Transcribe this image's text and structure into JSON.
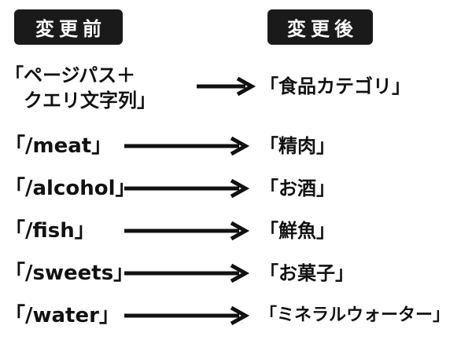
{
  "headers": {
    "before": "変更前",
    "after": "変更後"
  },
  "rows": [
    {
      "before": "「ページパス＋\n　クエリ文字列」",
      "after": "「食品カテゴリ」"
    },
    {
      "before": "「/meat」",
      "after": "「精肉」"
    },
    {
      "before": "「/alcohol」",
      "after": "「お酒」"
    },
    {
      "before": "「/fish」",
      "after": "「鮮魚」"
    },
    {
      "before": "「/sweets」",
      "after": "「お菓子」"
    },
    {
      "before": "「/water」",
      "after": "「ミネラルウォーター」"
    }
  ],
  "colors": {
    "header_bg": "#1a1a1a",
    "header_text": "#ffffff",
    "text": "#111111",
    "arrow": "#111111"
  }
}
